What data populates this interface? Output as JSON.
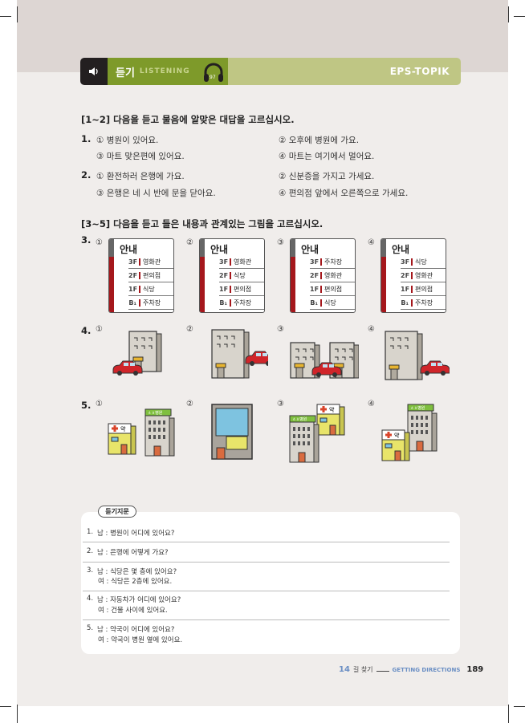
{
  "header": {
    "speaker_icon": "speaker-icon",
    "title_ko": "듣기",
    "title_en": "LISTENING",
    "track": "97",
    "brand": "EPS-TOPIK"
  },
  "section1": {
    "instruction": "[1~2] 다음을 듣고 물음에 알맞은 대답을 고르십시오.",
    "questions": [
      {
        "num": "1.",
        "options": [
          "① 병원이 있어요.",
          "② 오후에 병원에 가요.",
          "③ 마트 맞은편에 있어요.",
          "④ 마트는 여기에서 멀어요."
        ]
      },
      {
        "num": "2.",
        "options": [
          "① 환전하러 은행에 가요.",
          "② 신분증을 가지고 가세요.",
          "③ 은행은 네 시 반에 문을 닫아요.",
          "④ 편의점 앞에서 오른쪽으로 가세요."
        ]
      }
    ]
  },
  "section2": {
    "instruction": "[3~5] 다음을 듣고 들은 내용과 관계있는 그림을 고르십시오.",
    "choice_marks": [
      "①",
      "②",
      "③",
      "④"
    ],
    "q3": {
      "num": "3.",
      "sign_title": "안내",
      "floors": [
        "3F",
        "2F",
        "1F",
        "B₁"
      ],
      "signs": [
        [
          "영화관",
          "편의점",
          "식당",
          "주차장"
        ],
        [
          "영화관",
          "식당",
          "편의점",
          "주차장"
        ],
        [
          "주차장",
          "영화관",
          "편의점",
          "식당"
        ],
        [
          "식당",
          "영화관",
          "편의점",
          "주차장"
        ]
      ]
    },
    "q4": {
      "num": "4."
    },
    "q5": {
      "num": "5.",
      "hospital_sign": "ㅿㅿ병원",
      "pharmacy_sign": "약"
    }
  },
  "script": {
    "tab": "듣기지문",
    "items": [
      {
        "num": "1.",
        "lines": [
          "남 : 병원이 어디에 있어요?"
        ]
      },
      {
        "num": "2.",
        "lines": [
          "남 : 은행에 어떻게 가요?"
        ]
      },
      {
        "num": "3.",
        "lines": [
          "남 : 식당은 몇 층에 있어요?",
          "여 : 식당은 2층에 있어요."
        ]
      },
      {
        "num": "4.",
        "lines": [
          "남 : 자동차가 어디에 있어요?",
          "여 : 건물 사이에 있어요."
        ]
      },
      {
        "num": "5.",
        "lines": [
          "남 : 약국이 어디에 있어요?",
          "여 : 약국이 병원 옆에 있어요."
        ]
      }
    ]
  },
  "footer": {
    "chapter": "14",
    "chapter_title": "길 찾기",
    "chapter_en": "GETTING DIRECTIONS",
    "page": "189"
  },
  "colors": {
    "accent_red": "#a5171c",
    "green": "#7e9a2a",
    "light_green": "#bfc684",
    "chapter_blue": "#6b8fc4"
  }
}
